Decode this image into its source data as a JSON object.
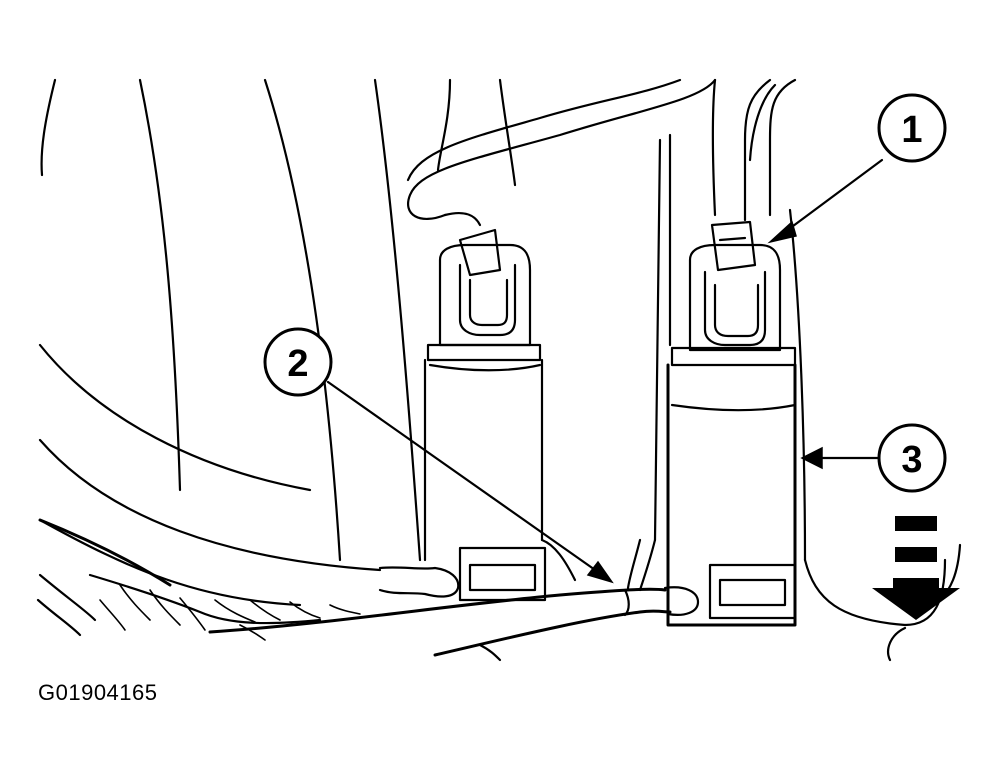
{
  "figure": {
    "id": "G01904165"
  },
  "callouts": [
    {
      "label": "1"
    },
    {
      "label": "2"
    },
    {
      "label": "3"
    }
  ],
  "colors": {
    "line": "#000000",
    "background": "#ffffff"
  }
}
